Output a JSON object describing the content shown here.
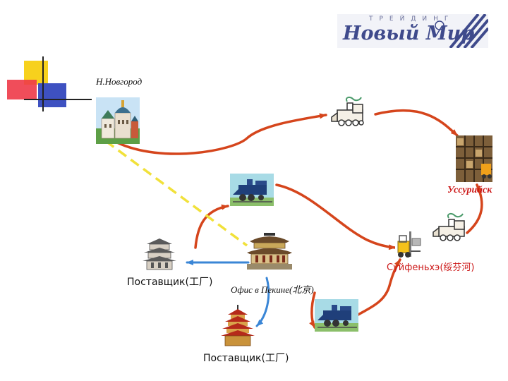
{
  "logo": {
    "brand": "Новый Мир",
    "tagline": "ТРЕЙДИНГ"
  },
  "labels": {
    "nnovgorod": "Н.Новгород",
    "ussuriysk": "Уссурийск",
    "suifenhe": "Суйфеньхэ(绥芬河)",
    "supplier1": "Поставщик(工厂)",
    "office": "Офис в  Пекине(北京)",
    "supplier2": "Поставщик(工厂)"
  },
  "colors": {
    "route": "#d5451c",
    "blue_link": "#3a86d6",
    "dashed": "#f1e13a",
    "accent_yellow": "#f7d11d",
    "accent_red": "#ee3a48",
    "accent_blue": "#3e51c1",
    "label_red": "#cc1818",
    "logo_blue": "#3f4a8c"
  },
  "icons": [
    "city-icon",
    "train-icon",
    "warehouse-icon",
    "pagoda-icon",
    "forklift-icon",
    "logo-icon"
  ]
}
